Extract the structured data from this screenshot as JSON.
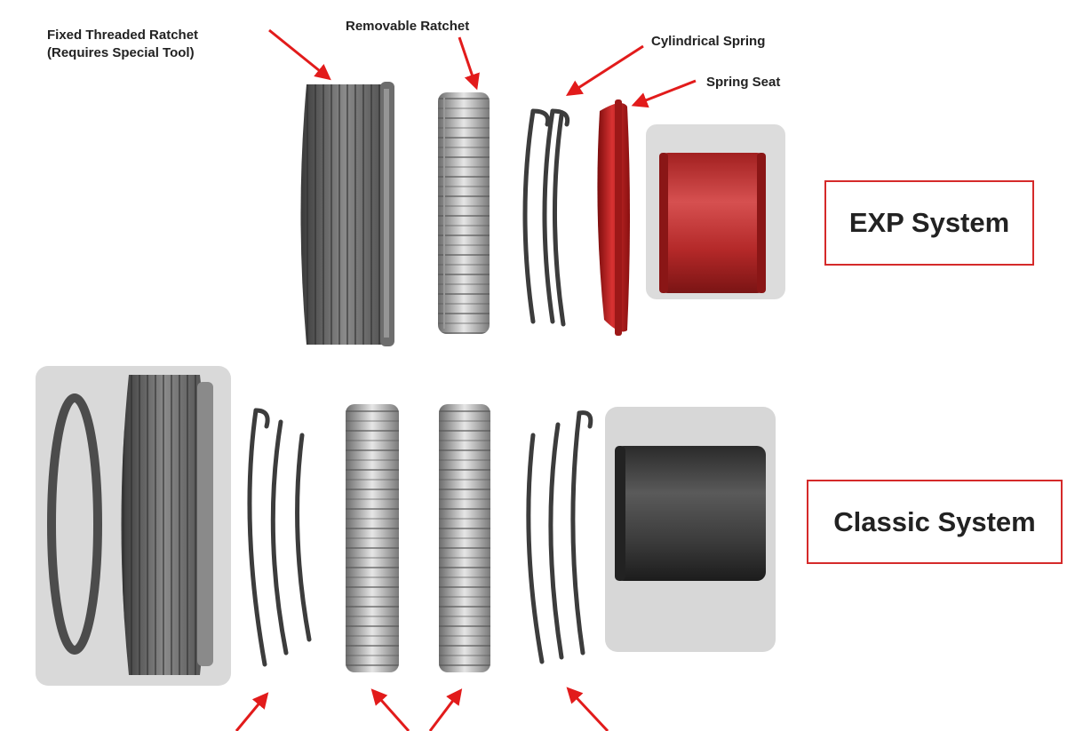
{
  "labels": {
    "fixed_ratchet_line1": "Fixed Threaded Ratchet",
    "fixed_ratchet_line2": "(Requires Special Tool)",
    "removable_ratchet": "Removable Ratchet",
    "cylindrical_spring": "Cylindrical Spring",
    "spring_seat": "Spring Seat"
  },
  "systems": {
    "exp": "EXP System",
    "classic": "Classic System"
  },
  "colors": {
    "arrow": "#e21b1b",
    "box_border": "#d52a2a",
    "exp_accent": "#c21d1d",
    "metal_dark": "#4a4a4a",
    "panel_gray": "#d9d9d9"
  }
}
